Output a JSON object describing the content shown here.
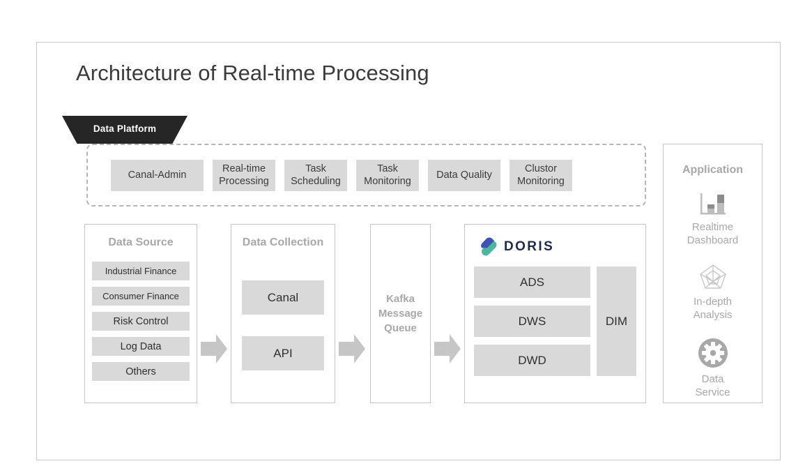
{
  "title": "Architecture of Real-time Processing",
  "platform": {
    "banner_label": "Data Platform",
    "items": [
      {
        "label": "Canal-Admin"
      },
      {
        "label": "Real-time\nProcessing"
      },
      {
        "label": "Task\nScheduling"
      },
      {
        "label": "Task\nMonitoring"
      },
      {
        "label": "Data Quality"
      },
      {
        "label": "Clustor\nMonitoring"
      }
    ],
    "items_flat": {
      "canal_admin": "Canal-Admin",
      "realtime_processing_l1": "Real-time",
      "realtime_processing_l2": "Processing",
      "task_scheduling_l1": "Task",
      "task_scheduling_l2": "Scheduling",
      "task_monitoring_l1": "Task",
      "task_monitoring_l2": "Monitoring",
      "data_quality": "Data Quality",
      "clustor_monitoring_l1": "Clustor",
      "clustor_monitoring_l2": "Monitoring"
    }
  },
  "data_source": {
    "header": "Data Source",
    "items": [
      {
        "label": "Industrial Finance"
      },
      {
        "label": "Consumer Finance"
      },
      {
        "label": "Risk Control"
      },
      {
        "label": "Log Data"
      },
      {
        "label": "Others"
      }
    ]
  },
  "data_collection": {
    "header": "Data Collection",
    "items": [
      {
        "label": "Canal"
      },
      {
        "label": "API"
      }
    ]
  },
  "kafka": {
    "line1": "Kafka",
    "line2": "Message",
    "line3": "Queue"
  },
  "doris": {
    "wordmark": "DORIS",
    "layers": [
      {
        "label": "ADS"
      },
      {
        "label": "DWS"
      },
      {
        "label": "DWD"
      }
    ],
    "dim_label": "DIM"
  },
  "application": {
    "header": "Application",
    "items": [
      {
        "icon": "bar-chart-icon",
        "line1": "Realtime",
        "line2": "Dashboard"
      },
      {
        "icon": "radar-chart-icon",
        "line1": "In-depth",
        "line2": "Analysis"
      },
      {
        "icon": "gear-icon",
        "line1": "Data",
        "line2": "Service"
      }
    ]
  },
  "colors": {
    "banner_bg": "#262626",
    "chip_bg": "#d9d9d9",
    "muted_text": "#a8a8a8",
    "frame_border": "#c8c8c8",
    "arrow": "#c6c6c6",
    "doris_blue": "#3f51b5",
    "doris_teal": "#4db6a0",
    "doris_wordmark": "#1f2a44"
  }
}
